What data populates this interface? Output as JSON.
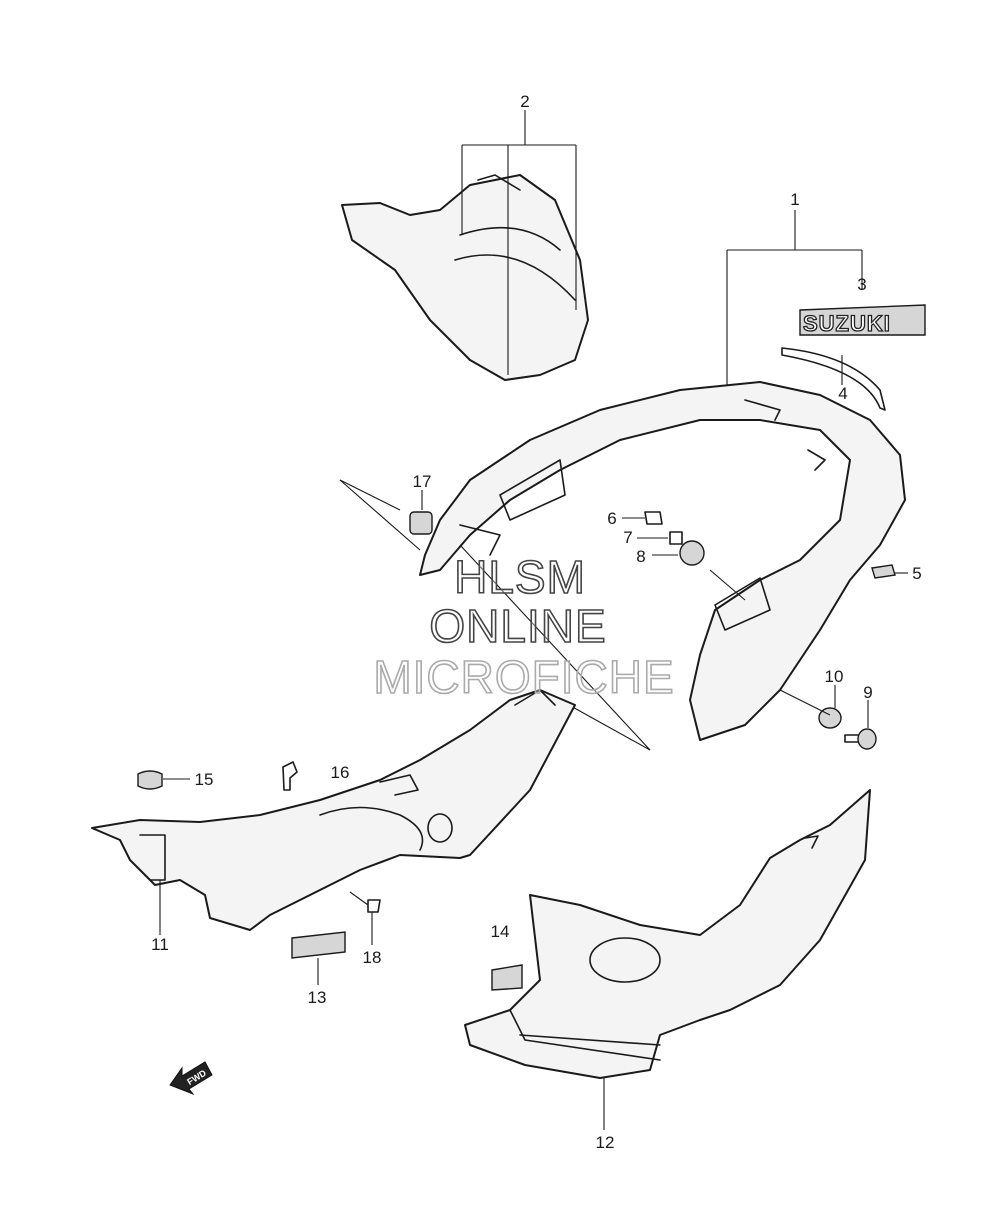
{
  "callouts": {
    "c1": "1",
    "c2": "2",
    "c3": "3",
    "c4": "4",
    "c5": "5",
    "c6": "6",
    "c7": "7",
    "c8": "8",
    "c9": "9",
    "c10": "10",
    "c11": "11",
    "c12": "12",
    "c13": "13",
    "c14": "14",
    "c15": "15",
    "c16": "16",
    "c17": "17",
    "c18": "18"
  },
  "emblem_text": "SUZUKI",
  "fwd_text": "FWD",
  "watermark": {
    "line1": "HLSM",
    "line2": "ONLINE",
    "line3": "MICROFICHE"
  }
}
